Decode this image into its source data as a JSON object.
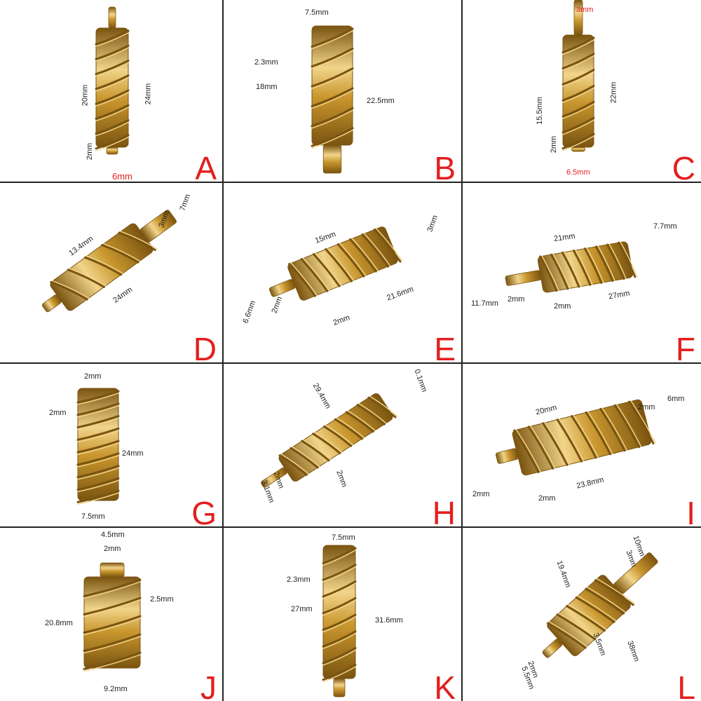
{
  "panels": [
    {
      "letter": "A",
      "dims": [
        "20mm",
        "24mm",
        "2mm",
        "6mm"
      ]
    },
    {
      "letter": "B",
      "dims": [
        "7.5mm",
        "2.3mm",
        "18mm",
        "22.5mm"
      ]
    },
    {
      "letter": "C",
      "dims": [
        "3mm",
        "15.5mm",
        "22mm",
        "2mm",
        "6.5mm"
      ]
    },
    {
      "letter": "D",
      "dims": [
        "13.4mm",
        "3mm",
        "7mm",
        "24mm"
      ]
    },
    {
      "letter": "E",
      "dims": [
        "15mm",
        "3mm",
        "6.6mm",
        "2mm",
        "2mm",
        "21.6mm"
      ]
    },
    {
      "letter": "F",
      "dims": [
        "21mm",
        "7.7mm",
        "11.7mm",
        "2mm",
        "2mm",
        "27mm"
      ]
    },
    {
      "letter": "G",
      "dims": [
        "2mm",
        "2mm",
        "24mm",
        "7.5mm"
      ]
    },
    {
      "letter": "H",
      "dims": [
        "29.4mm",
        "0.1mm",
        "2mm",
        "3.1mm",
        "2mm"
      ]
    },
    {
      "letter": "I",
      "dims": [
        "20mm",
        "2mm",
        "6mm",
        "2mm",
        "2mm",
        "23.8mm"
      ]
    },
    {
      "letter": "J",
      "dims": [
        "4.5mm",
        "2mm",
        "2.5mm",
        "20.8mm",
        "9.2mm"
      ]
    },
    {
      "letter": "K",
      "dims": [
        "7.5mm",
        "2.3mm",
        "27mm",
        "31.6mm"
      ]
    },
    {
      "letter": "L",
      "dims": [
        "10mm",
        "3mm",
        "19.4mm",
        "3.5mm",
        "38mm",
        "2mm",
        "5.5mm"
      ]
    }
  ],
  "colors": {
    "letter": "#e41e1e",
    "brass": "#c9962e",
    "brass_dark": "#7a5410",
    "brass_light": "#f1d58a",
    "grid": "#222222"
  }
}
